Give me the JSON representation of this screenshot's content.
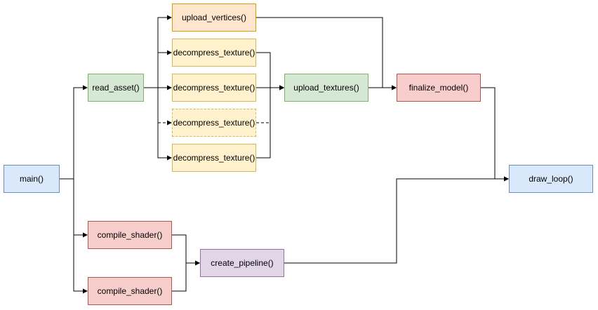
{
  "colors": {
    "blue": {
      "fill": "#dae8fc",
      "stroke": "#6c8ebf"
    },
    "green": {
      "fill": "#d5e8d4",
      "stroke": "#82b366"
    },
    "yellow": {
      "fill": "#fff2cc",
      "stroke": "#d6b656"
    },
    "orange": {
      "fill": "#ffe6cc",
      "stroke": "#d79b00"
    },
    "red": {
      "fill": "#f8cecc",
      "stroke": "#b85450"
    },
    "purple": {
      "fill": "#e1d5e7",
      "stroke": "#9673a6"
    },
    "edge": "#000000"
  },
  "nodes": {
    "main": {
      "label": "main()",
      "color": "blue"
    },
    "read_asset": {
      "label": "read_asset()",
      "color": "green"
    },
    "upload_vertices": {
      "label": "upload_vertices()",
      "color": "orange"
    },
    "decompress_1": {
      "label": "decompress_texture()",
      "color": "yellow"
    },
    "decompress_2": {
      "label": "decompress_texture()",
      "color": "yellow"
    },
    "decompress_3": {
      "label": "decompress_texture()",
      "color": "yellow",
      "dashed": true
    },
    "decompress_4": {
      "label": "decompress_texture()",
      "color": "yellow"
    },
    "upload_textures": {
      "label": "upload_textures()",
      "color": "green"
    },
    "finalize_model": {
      "label": "finalize_model()",
      "color": "red"
    },
    "draw_loop": {
      "label": "draw_loop()",
      "color": "blue"
    },
    "compile_shader_1": {
      "label": "compile_shader()",
      "color": "red"
    },
    "compile_shader_2": {
      "label": "compile_shader()",
      "color": "red"
    },
    "create_pipeline": {
      "label": "create_pipeline()",
      "color": "purple"
    }
  },
  "edges": [
    {
      "from": "main",
      "to": "read_asset"
    },
    {
      "from": "main",
      "to": "compile_shader_1"
    },
    {
      "from": "main",
      "to": "compile_shader_2"
    },
    {
      "from": "read_asset",
      "to": "upload_vertices"
    },
    {
      "from": "read_asset",
      "to": "decompress_1"
    },
    {
      "from": "read_asset",
      "to": "decompress_2"
    },
    {
      "from": "read_asset",
      "to": "decompress_3",
      "dashed": true
    },
    {
      "from": "read_asset",
      "to": "decompress_4"
    },
    {
      "from": "decompress_1",
      "to": "upload_textures"
    },
    {
      "from": "decompress_2",
      "to": "upload_textures"
    },
    {
      "from": "decompress_3",
      "to": "upload_textures",
      "dashed": true
    },
    {
      "from": "decompress_4",
      "to": "upload_textures"
    },
    {
      "from": "upload_vertices",
      "to": "finalize_model"
    },
    {
      "from": "upload_textures",
      "to": "finalize_model"
    },
    {
      "from": "finalize_model",
      "to": "draw_loop"
    },
    {
      "from": "compile_shader_1",
      "to": "create_pipeline"
    },
    {
      "from": "compile_shader_2",
      "to": "create_pipeline"
    },
    {
      "from": "create_pipeline",
      "to": "draw_loop"
    }
  ]
}
